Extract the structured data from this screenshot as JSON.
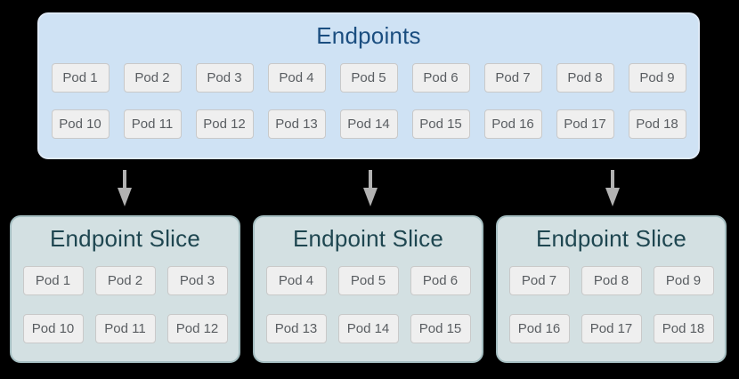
{
  "colors": {
    "canvas_bg": "#000000",
    "endpoints_fill": "#cfe2f4",
    "endpoints_border": "#dfeaf7",
    "endpoints_title_color": "#1b4e80",
    "slice_fill": "#d3e0e2",
    "slice_border": "#a5bec1",
    "slice_title_color": "#1e4650",
    "pod_fill": "#efefef",
    "pod_border": "#c9c9c9",
    "pod_text": "#595d61",
    "arrow_color": "#b2b2b2"
  },
  "endpoints": {
    "title": "Endpoints",
    "rows": [
      [
        "Pod 1",
        "Pod 2",
        "Pod 3",
        "Pod 4",
        "Pod 5",
        "Pod 6",
        "Pod 7",
        "Pod 8",
        "Pod 9"
      ],
      [
        "Pod 10",
        "Pod 11",
        "Pod 12",
        "Pod 13",
        "Pod 14",
        "Pod 15",
        "Pod 16",
        "Pod 17",
        "Pod 18"
      ]
    ]
  },
  "slices": [
    {
      "title": "Endpoint Slice",
      "rows": [
        [
          "Pod 1",
          "Pod 2",
          "Pod 3"
        ],
        [
          "Pod 10",
          "Pod 11",
          "Pod 12"
        ]
      ]
    },
    {
      "title": "Endpoint Slice",
      "rows": [
        [
          "Pod 4",
          "Pod 5",
          "Pod 6"
        ],
        [
          "Pod 13",
          "Pod 14",
          "Pod 15"
        ]
      ]
    },
    {
      "title": "Endpoint Slice",
      "rows": [
        [
          "Pod 7",
          "Pod 8",
          "Pod 9"
        ],
        [
          "Pod 16",
          "Pod 17",
          "Pod 18"
        ]
      ]
    }
  ]
}
